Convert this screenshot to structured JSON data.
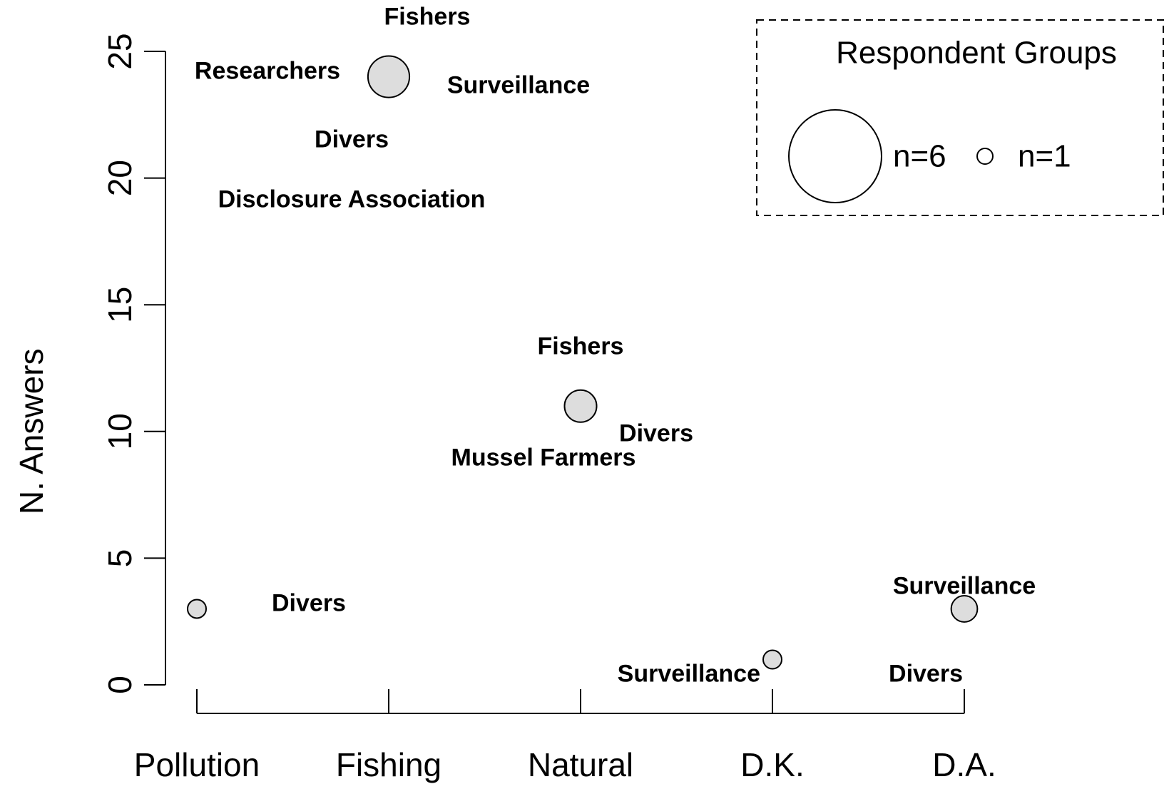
{
  "chart_data": {
    "type": "scatter",
    "title": "",
    "xlabel": "",
    "ylabel": "N. Answers",
    "categories": [
      "Pollution",
      "Fishing",
      "Natural",
      "D.K.",
      "D.A."
    ],
    "ylim": [
      0,
      25
    ],
    "yticks": [
      0,
      5,
      10,
      15,
      20,
      25
    ],
    "grid": false,
    "bubble_color": "#dddddd",
    "points": [
      {
        "category": "Pollution",
        "value": 3,
        "respondent_groups": 1,
        "labels": [
          "Divers"
        ]
      },
      {
        "category": "Fishing",
        "value": 24,
        "respondent_groups": 5,
        "labels": [
          "Fishers",
          "Researchers",
          "Surveillance",
          "Divers",
          "Disclosure Association"
        ]
      },
      {
        "category": "Natural",
        "value": 11,
        "respondent_groups": 3,
        "labels": [
          "Fishers",
          "Divers",
          "Mussel Farmers"
        ]
      },
      {
        "category": "D.K.",
        "value": 1,
        "respondent_groups": 1,
        "labels": [
          "Surveillance"
        ]
      },
      {
        "category": "D.A.",
        "value": 3,
        "respondent_groups": 2,
        "labels": [
          "Surveillance",
          "Divers"
        ]
      }
    ],
    "legend": {
      "title": "Respondent Groups",
      "placement": "top-right",
      "style": "dashed-box",
      "items": [
        {
          "label": "n=6",
          "n": 6
        },
        {
          "label": "n=1",
          "n": 1
        }
      ]
    }
  }
}
